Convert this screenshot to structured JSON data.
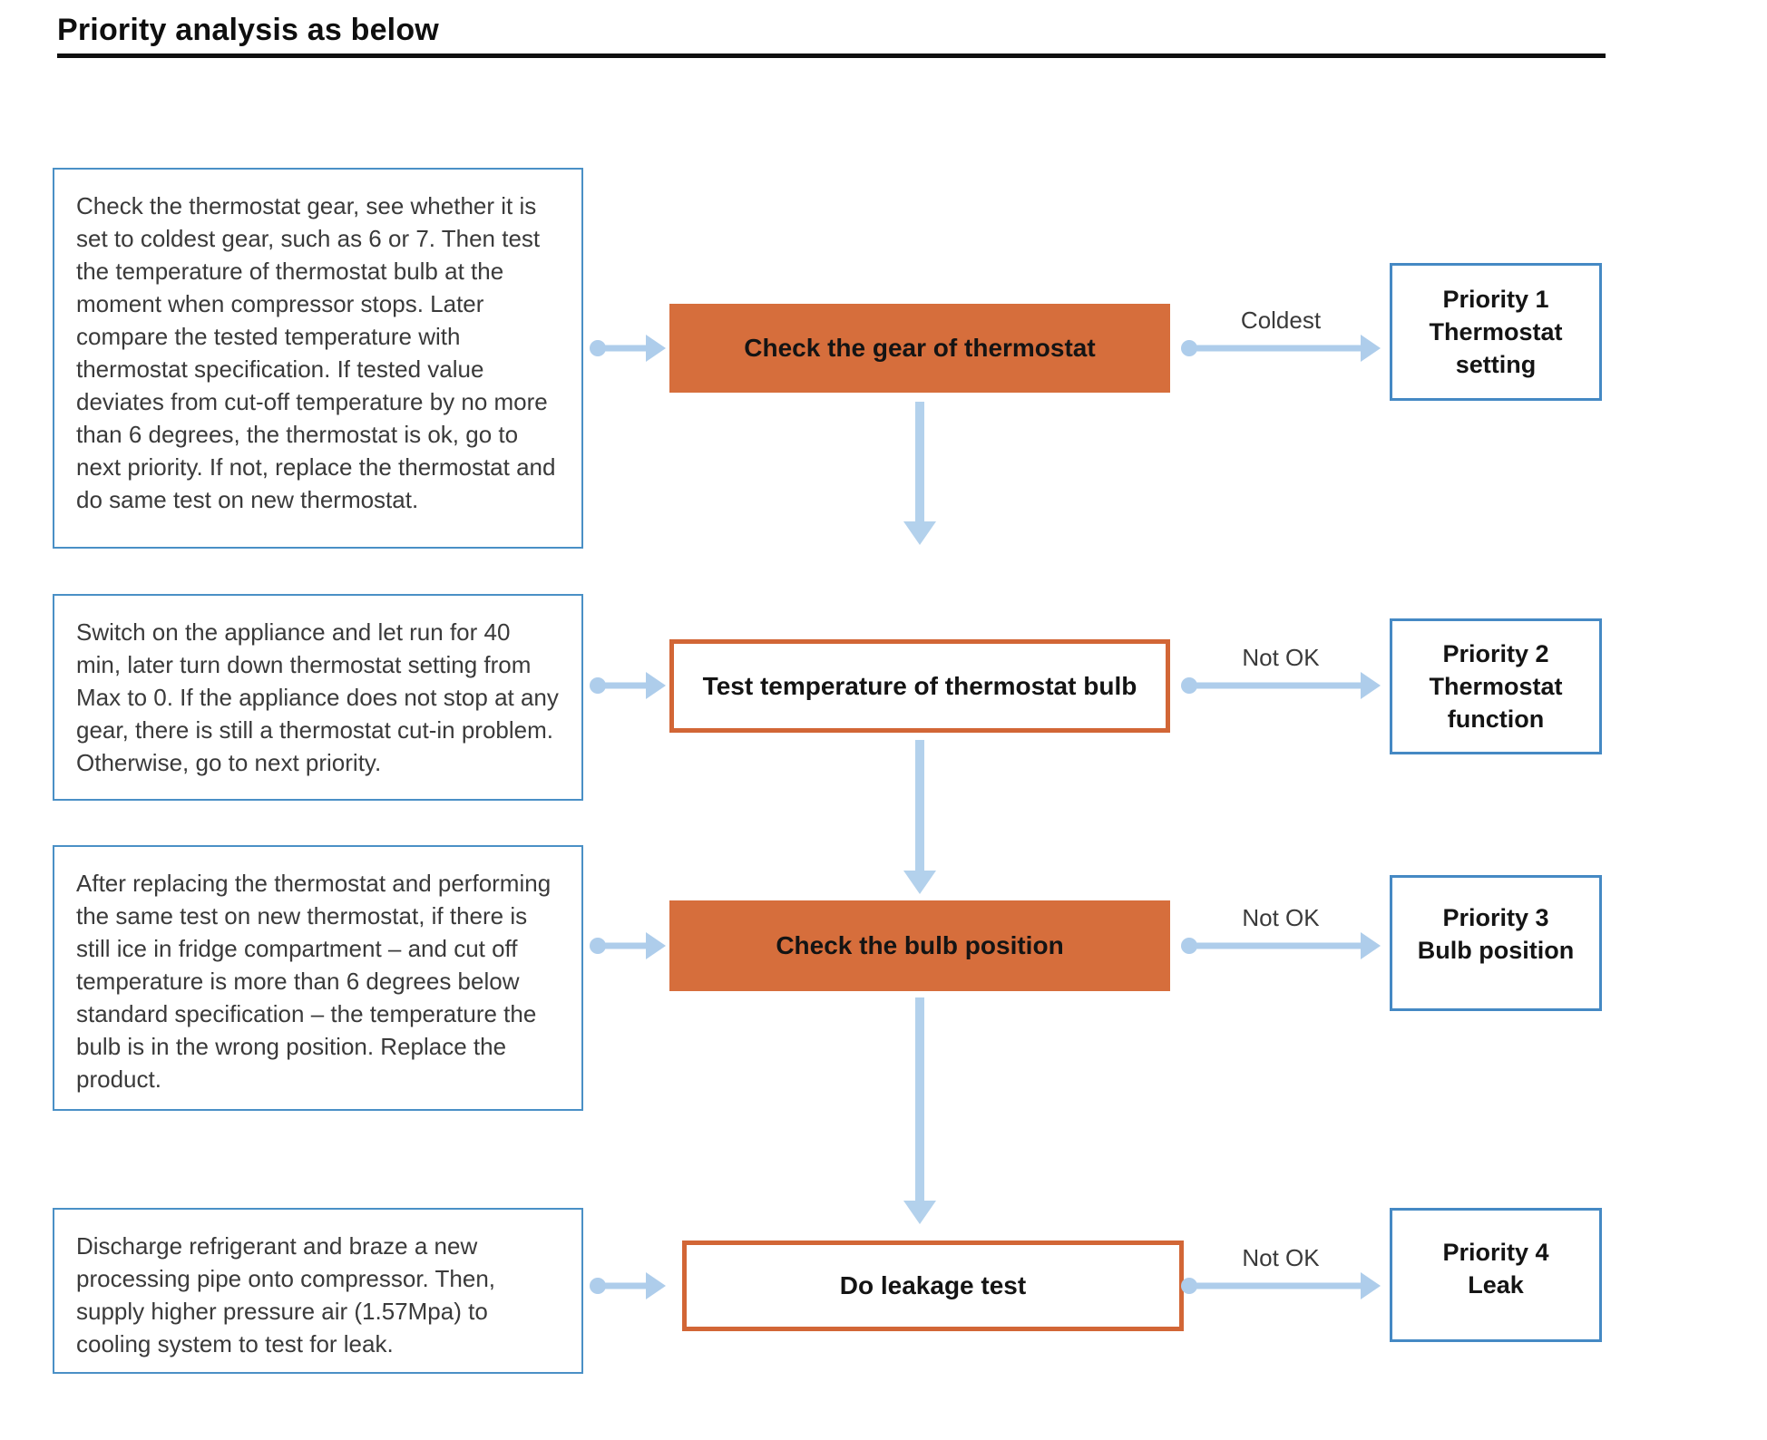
{
  "page": {
    "title": "Priority analysis as below"
  },
  "rows": [
    {
      "description": "Check the thermostat gear, see whether it is set to coldest gear, such as 6 or 7. Then test the temperature of thermostat bulb at the moment when compressor stops. Later compare the tested temperature with thermostat specification. If tested value deviates from cut-off temperature by no more than 6 degrees, the thermostat is ok, go to next priority. If not, replace the thermostat and do same test on new thermostat.",
      "process_label": "Check the gear of thermostat",
      "result_label": "Coldest",
      "priority_name": "Priority 1",
      "priority_category": "Thermostat setting"
    },
    {
      "description": "Switch on the appliance and let run for 40 min, later turn down thermostat setting from Max to 0. If the appliance does not stop at any gear, there is still a thermostat cut-in problem. Otherwise, go to next priority.",
      "process_label": "Test temperature of thermostat bulb",
      "result_label": "Not OK",
      "priority_name": "Priority 2",
      "priority_category": "Thermostat function"
    },
    {
      "description": "After replacing the thermostat and performing the same test on new thermostat, if there is still ice in fridge compartment – and cut off temperature is more than 6 degrees below standard specification – the temperature the bulb is in the wrong position. Replace the product.",
      "process_label": "Check the bulb position",
      "result_label": "Not OK",
      "priority_name": "Priority 3",
      "priority_category": "Bulb position"
    },
    {
      "description": "Discharge refrigerant and braze a new processing pipe onto compressor. Then, supply higher pressure air (1.57Mpa) to cooling system to test for leak.",
      "process_label": "Do leakage test",
      "result_label": "Not OK",
      "priority_name": "Priority 4",
      "priority_category": "Leak"
    }
  ],
  "colors": {
    "process_fill_orange": "#D66E3C",
    "process_border_orange": "#D26636",
    "box_border_blue": "#4589C4",
    "arrow_light_blue": "#AECDEB",
    "text_dark": "#3A3A3A"
  }
}
